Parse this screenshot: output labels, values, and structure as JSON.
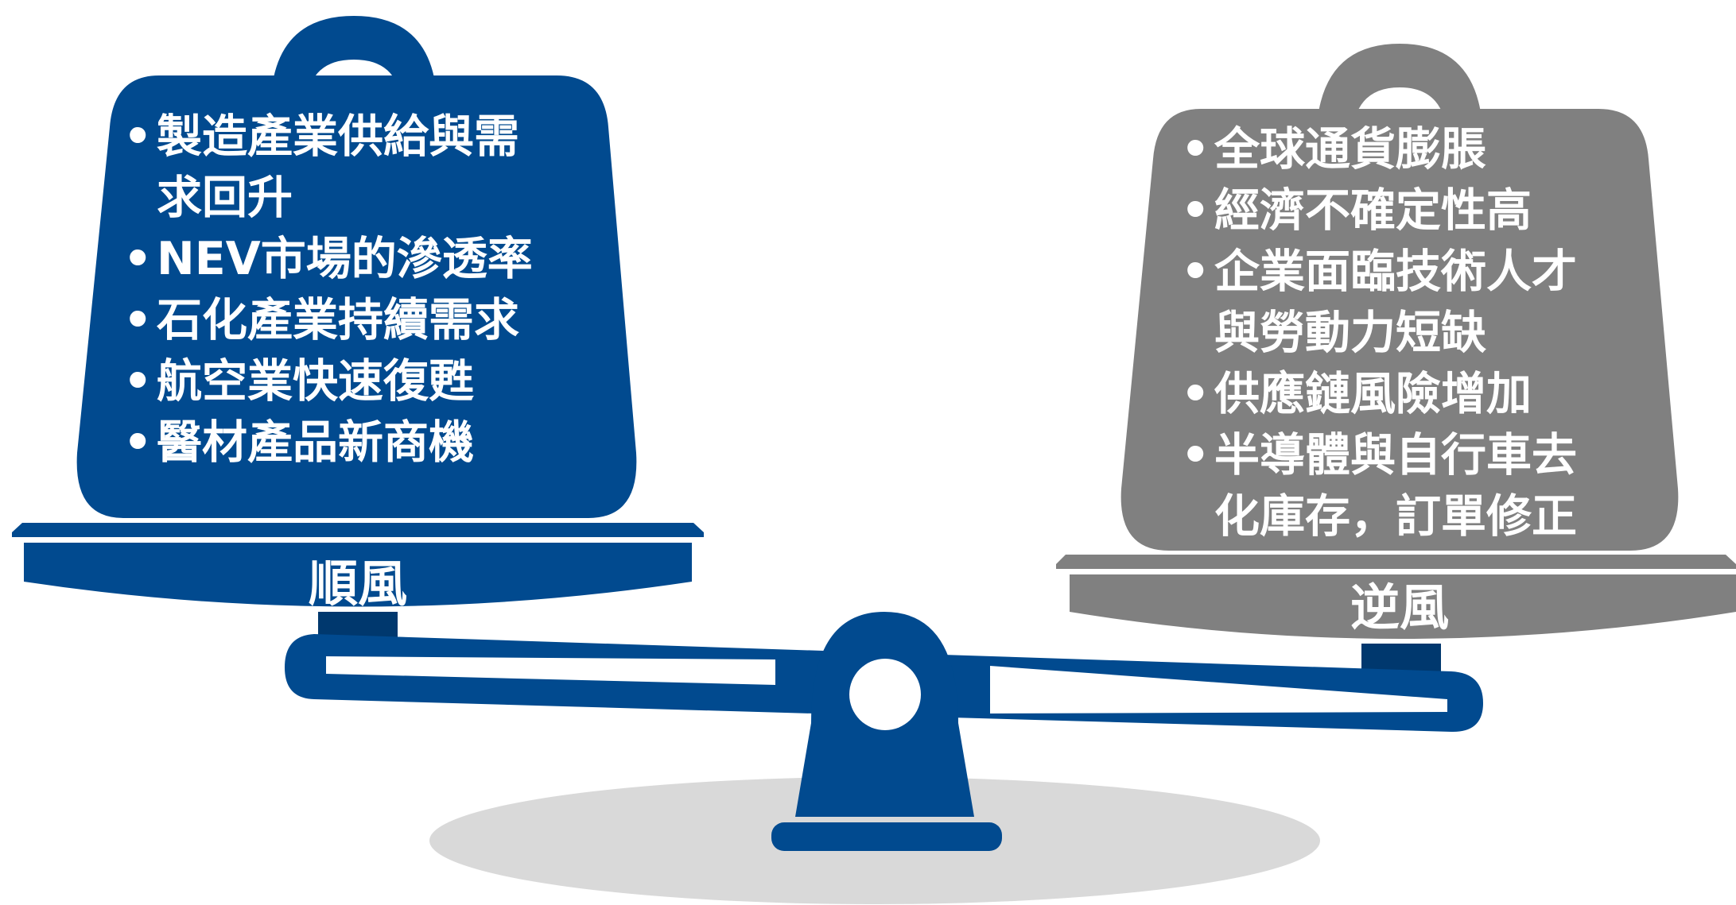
{
  "colors": {
    "tailwind": "#014A8F",
    "headwind": "#808080",
    "shadow": "#D9D9D9",
    "slot": "#FFFFFF"
  },
  "icons": {
    "left_weight": "weight-icon",
    "right_weight": "weight-icon",
    "seesaw": "seesaw-icon"
  },
  "left_weight": {
    "label": "順風",
    "items": [
      "製造產業供給與需\n求回升",
      "NEV市場的滲透率",
      "石化產業持續需求",
      "航空業快速復甦",
      "醫材產品新商機"
    ]
  },
  "right_weight": {
    "label": "逆風",
    "items": [
      "全球通貨膨脹",
      "經濟不確定性高",
      "企業面臨技術人才\n與勞動力短缺",
      "供應鏈風險增加",
      "半導體與自行車去\n化庫存，訂單修正"
    ]
  }
}
